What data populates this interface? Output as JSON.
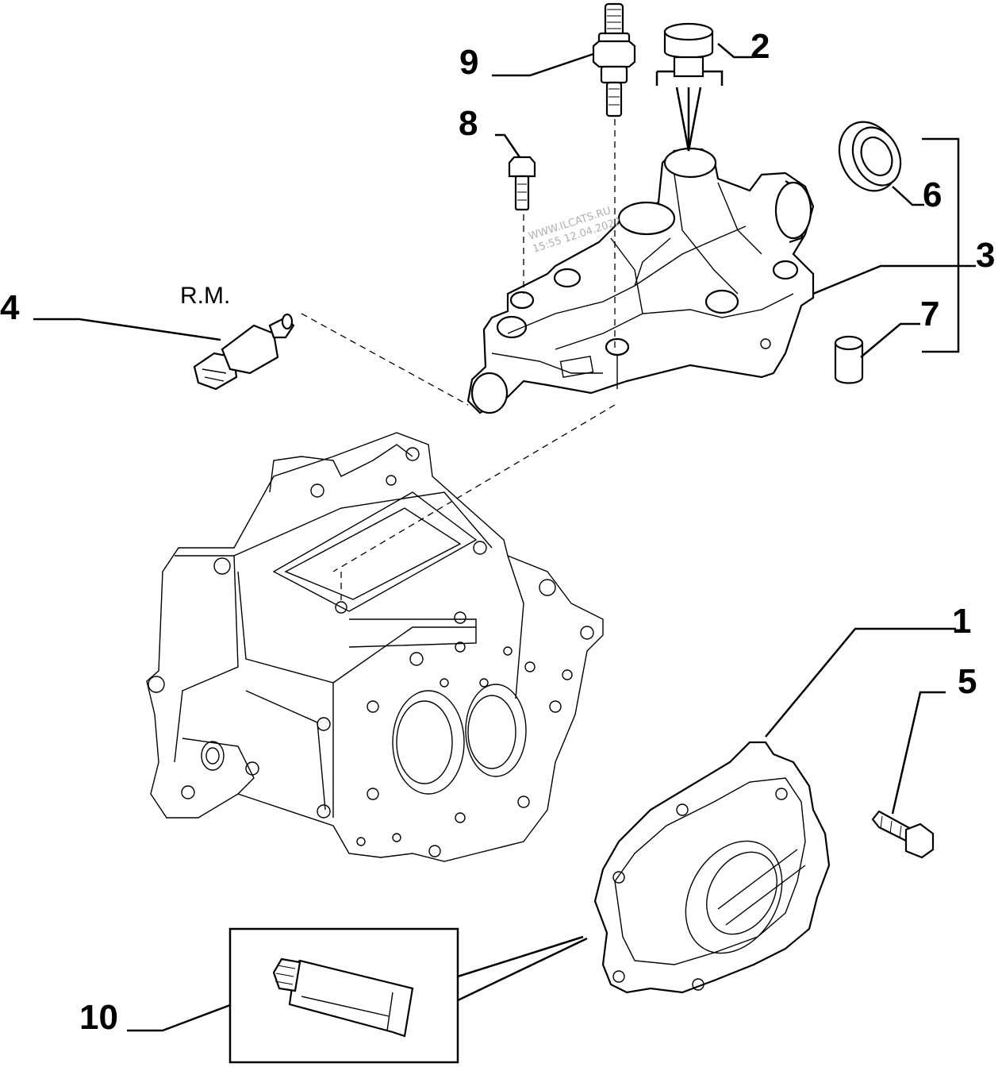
{
  "callouts": {
    "c1": "1",
    "c2": "2",
    "c3": "3",
    "c4": "4",
    "c5": "5",
    "c6": "6",
    "c7": "7",
    "c8": "8",
    "c9": "9",
    "c10": "10"
  },
  "note_rm": "R.M.",
  "watermark": {
    "line1": "WWW.ILCATS.RU",
    "line2": "15:55 12.04.2022"
  }
}
